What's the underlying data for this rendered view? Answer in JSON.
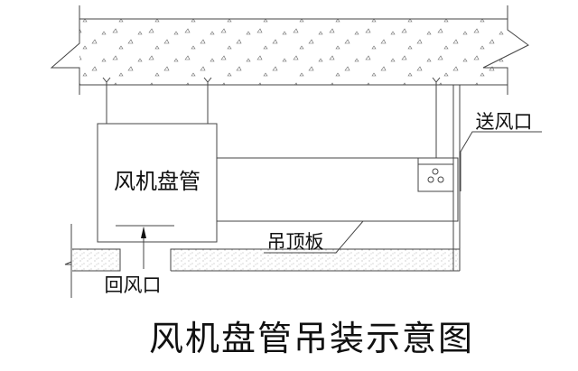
{
  "diagram": {
    "title": "风机盘管吊装示意图",
    "unit_label": "风机盘管",
    "supply_outlet_label": "送风口",
    "ceiling_board_label": "吊顶板",
    "return_inlet_label": "回风口"
  },
  "colors": {
    "line": "#444444",
    "text": "#111111",
    "background": "#ffffff"
  }
}
